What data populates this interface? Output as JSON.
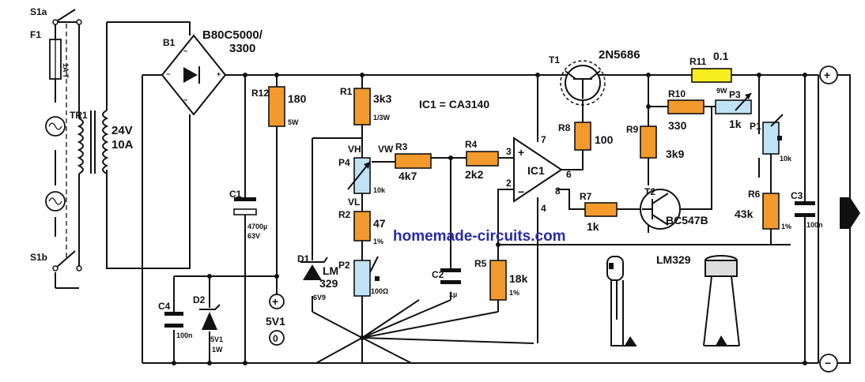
{
  "labels": {
    "s1a": "S1a",
    "s1b": "S1b",
    "f1": "F1",
    "f1_rating": "1A T",
    "tr1": "TR1",
    "tr_v": "24V",
    "tr_a": "10A",
    "b1": "B1",
    "bridge_part_1": "B80C5000/",
    "bridge_part_2": "3300",
    "c1": "C1",
    "c1_val": "4700µ",
    "c1_volt": "63V",
    "c4": "C4",
    "c4_val": "100n",
    "d2": "D2",
    "d2_val": "5V1",
    "d2_watt": "1W",
    "r12": "R12",
    "r12_val": "180",
    "r12_watt": "5W",
    "out5v1": "5V1",
    "r1": "R1",
    "r1_val": "3k3",
    "r1_watt": "1/3W",
    "ic1_def": "IC1 = CA3140",
    "vh": "VH",
    "vw": "VW",
    "vl": "VL",
    "p4": "P4",
    "p4_val": "10k",
    "r2": "R2",
    "r2_val": "47",
    "r2_tol": "1%",
    "p2": "P2",
    "p2_val": "100Ω",
    "d1": "D1",
    "d1_part_1": "LM",
    "d1_part_2": "329",
    "d1_volt": "6V9",
    "r3": "R3",
    "r3_val": "4k7",
    "r4": "R4",
    "r4_val": "2k2",
    "c2": "C2",
    "c2_val": "1µ",
    "r5": "R5",
    "r5_val": "18k",
    "r5_tol": "1%",
    "ic1": "IC1",
    "pin3": "3",
    "pin2": "2",
    "pin7": "7",
    "pin4": "4",
    "pin6": "6",
    "pin8": "8",
    "t1": "T1",
    "t1_part": "2N5686",
    "r8": "R8",
    "r8_val": "100",
    "r7": "R7",
    "r7_val": "1k",
    "t2": "T2",
    "t2_part": "BC547B",
    "r9": "R9",
    "r9_val": "3k9",
    "r10": "R10",
    "r10_val": "330",
    "r11": "R11",
    "r11_val": "0.1",
    "r11_watt": "9W",
    "p3": "P3",
    "p3_val": "1k",
    "p1": "P1",
    "p1_val": "10k",
    "r6": "R6",
    "r6_val": "43k",
    "r6_tol": "1%",
    "c3": "C3",
    "c3_val": "100n",
    "lm329": "LM329",
    "plus": "+",
    "minus": "−",
    "watermark": "homemade-circuits.com"
  }
}
